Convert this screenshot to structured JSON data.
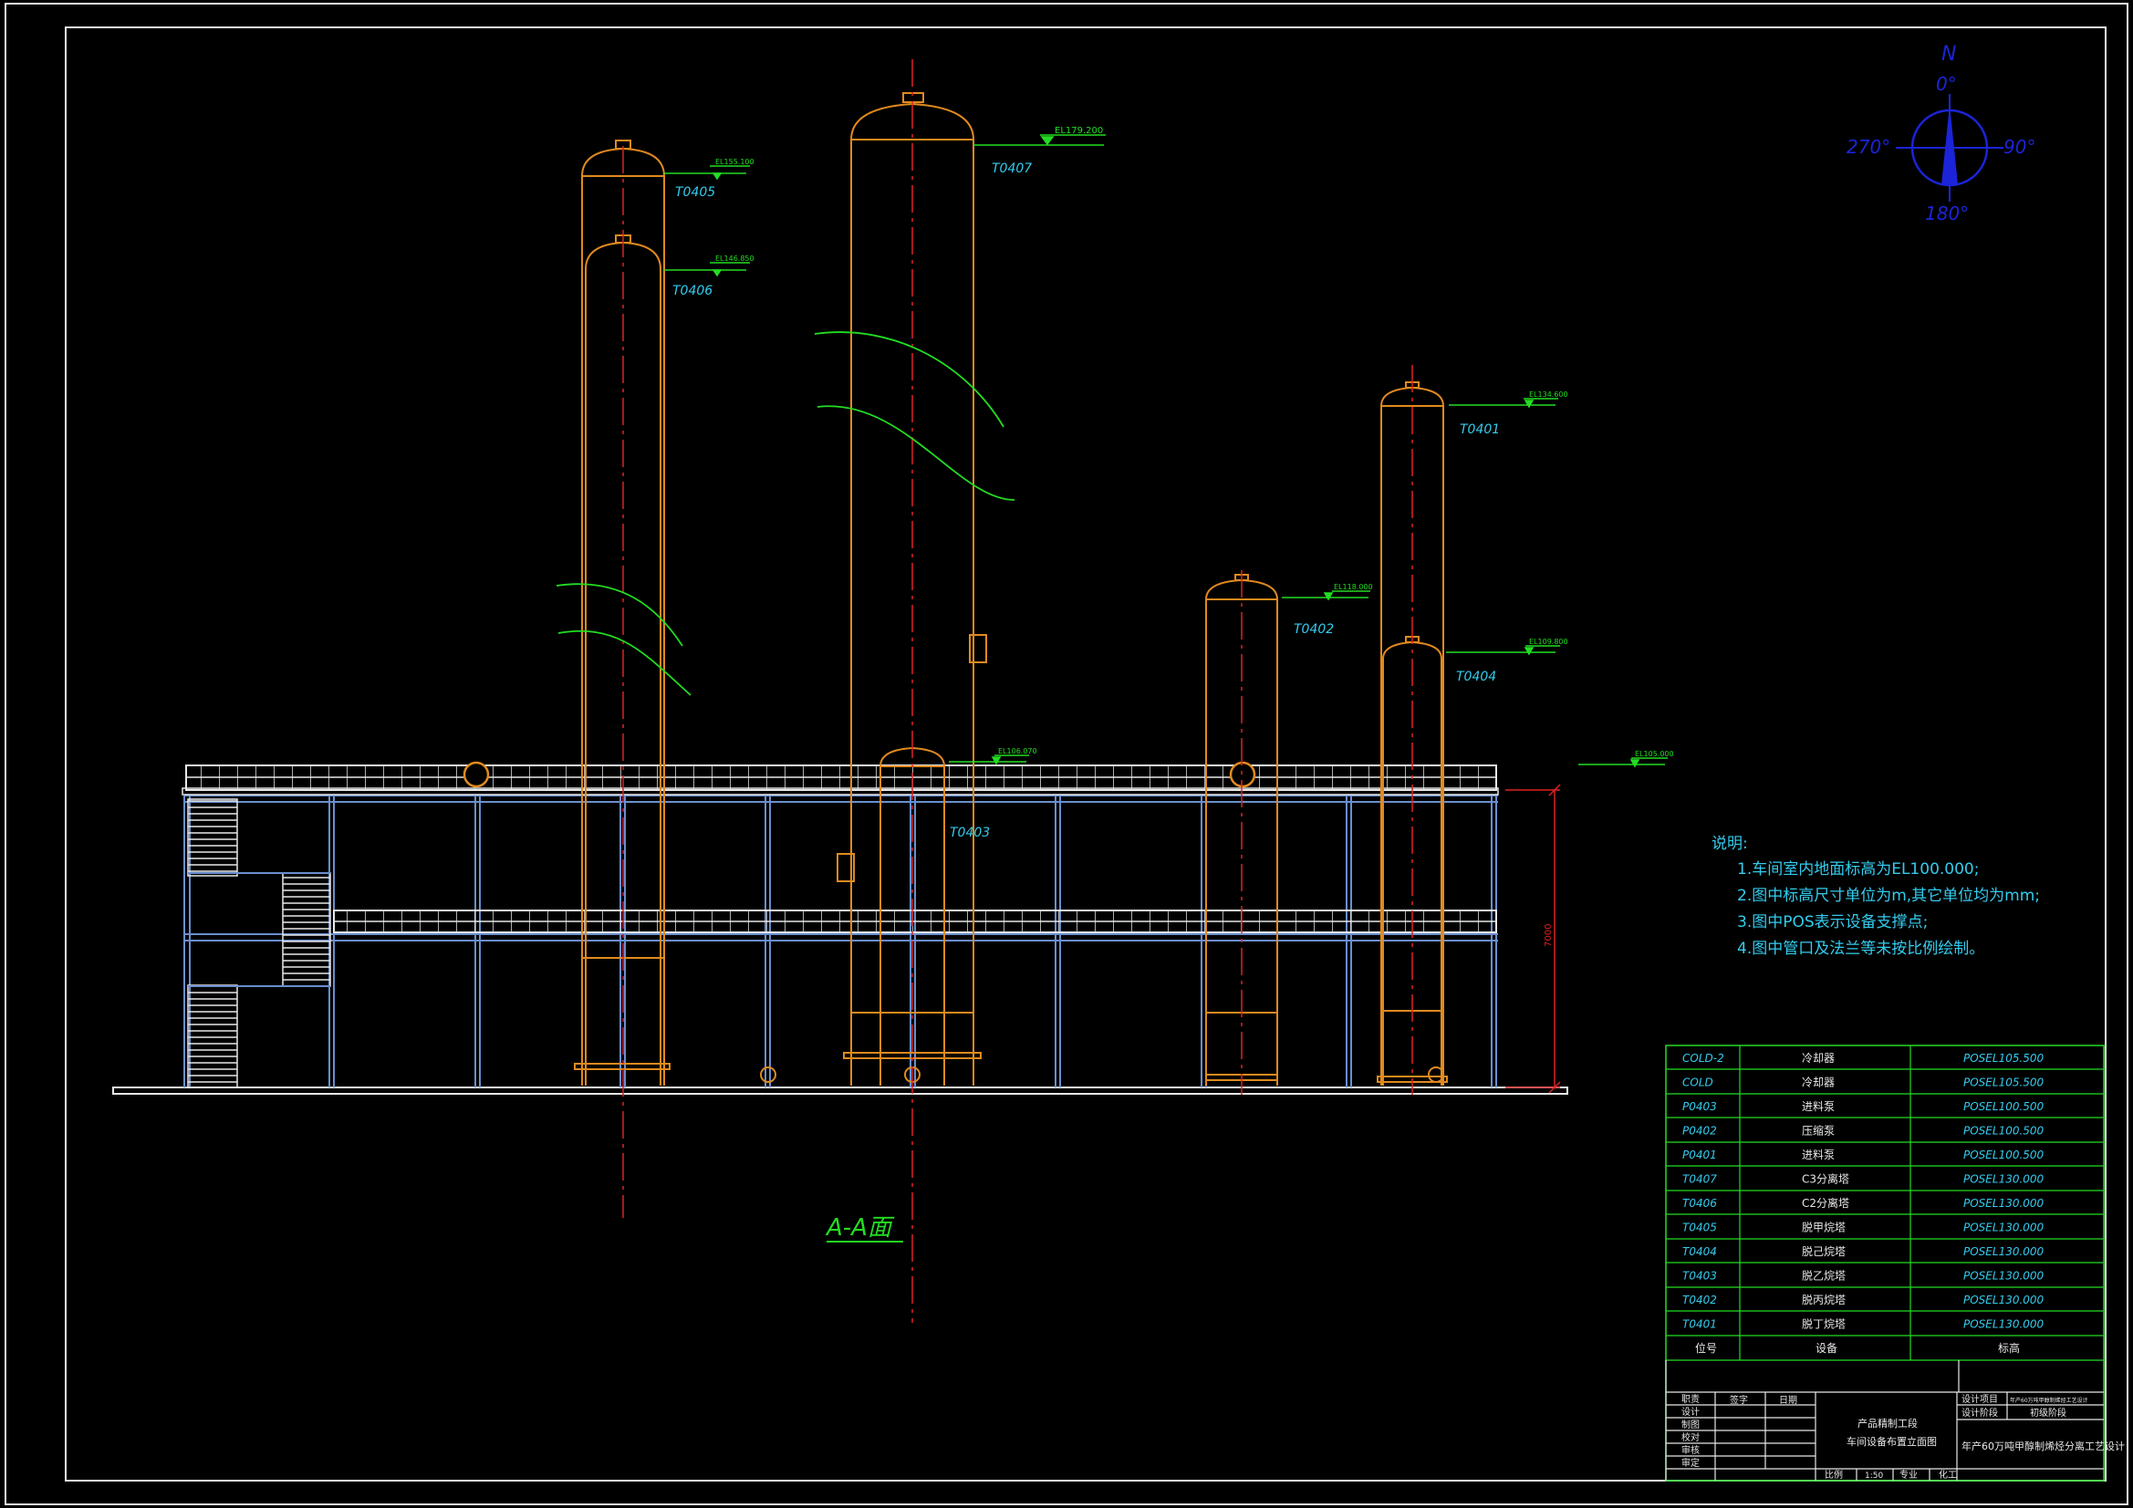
{
  "compass": {
    "north": "N",
    "deg0": "0°",
    "deg90": "90°",
    "deg180": "180°",
    "deg270": "270°"
  },
  "equipment_tags": {
    "t0401": "T0401",
    "t0402": "T0402",
    "t0403": "T0403",
    "t0404": "T0404",
    "t0405": "T0405",
    "t0406": "T0406",
    "t0407": "T0407"
  },
  "elevation_marks": {
    "t0407": "EL179.200",
    "t0405": "EL155.100",
    "t0406": "EL146.850",
    "t0401": "EL134.600",
    "t0402": "EL118.000",
    "t0404": "EL109.800",
    "t0403": "EL106.070",
    "floor": "EL105.000"
  },
  "floor_height_label": "7000",
  "section_title": "A-A面",
  "notes": {
    "heading": "说明:",
    "items": [
      "1.车间室内地面标高为EL100.000;",
      "2.图中标高尺寸单位为m,其它单位均为mm;",
      "3.图中POS表示设备支撑点;",
      "4.图中管口及法兰等未按比例绘制。"
    ]
  },
  "equipment_table": {
    "rows": [
      {
        "tag": "COLD-2",
        "name": "冷却器",
        "pos": "POSEL105.500"
      },
      {
        "tag": "COLD",
        "name": "冷却器",
        "pos": "POSEL105.500"
      },
      {
        "tag": "P0403",
        "name": "进料泵",
        "pos": "POSEL100.500"
      },
      {
        "tag": "P0402",
        "name": "压缩泵",
        "pos": "POSEL100.500"
      },
      {
        "tag": "P0401",
        "name": "进料泵",
        "pos": "POSEL100.500"
      },
      {
        "tag": "T0407",
        "name": "C3分离塔",
        "pos": "POSEL130.000"
      },
      {
        "tag": "T0406",
        "name": "C2分离塔",
        "pos": "POSEL130.000"
      },
      {
        "tag": "T0405",
        "name": "脱甲烷塔",
        "pos": "POSEL130.000"
      },
      {
        "tag": "T0404",
        "name": "脱己烷塔",
        "pos": "POSEL130.000"
      },
      {
        "tag": "T0403",
        "name": "脱乙烷塔",
        "pos": "POSEL130.000"
      },
      {
        "tag": "T0402",
        "name": "脱丙烷塔",
        "pos": "POSEL130.000"
      },
      {
        "tag": "T0401",
        "name": "脱丁烷塔",
        "pos": "POSEL130.000"
      }
    ],
    "header": {
      "tag": "位号",
      "name": "设备",
      "pos": "标高"
    }
  },
  "title_block": {
    "roles": [
      "职责",
      "设计",
      "制图",
      "校对",
      "审核",
      "审定"
    ],
    "sign_header": "签字",
    "date_header": "日期",
    "drawing_name_1": "产品精制工段",
    "drawing_name_2": "车间设备布置立面图",
    "project_label": "设计项目",
    "project_value": "年产60万吨甲醇制烯烃工艺设计",
    "stage_label": "设计阶段",
    "stage_value": "初级阶段",
    "project_title": "年产60万吨甲醇制烯烃分离工艺设计",
    "scale_label": "比例",
    "scale_value": "1:50",
    "major_label": "专业",
    "major_value": "化工"
  },
  "colors": {
    "background": "#000000",
    "vessel": "#e08a1e",
    "structure": "#6a8fd0",
    "railing": "#e8e8e8",
    "centerline": "#dd2222",
    "annotation": "#22dd22",
    "text": "#33ccee",
    "compass": "#1b24d8"
  }
}
